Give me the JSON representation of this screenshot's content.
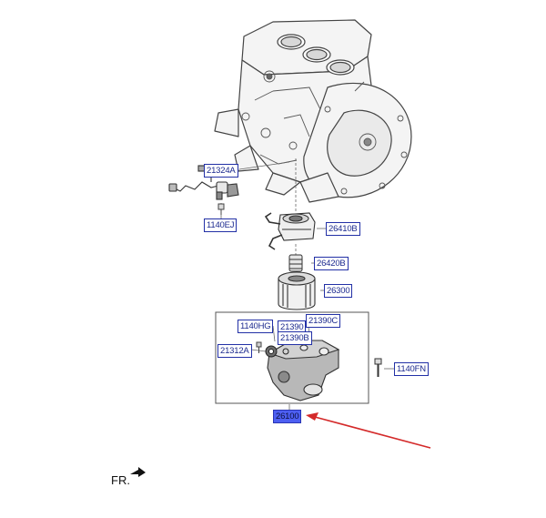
{
  "callouts": {
    "c21324A": "21324A",
    "c1140EJ": "1140EJ",
    "c26410B": "26410B",
    "c26420B": "26420B",
    "c26300": "26300",
    "c1140HG": "1140HG",
    "c21390": "21390",
    "c21390C": "21390C",
    "c21390B": "21390B",
    "c21312A": "21312A",
    "c1140FN": "1140FN",
    "c26100": "26100"
  },
  "orientation_label": "FR.",
  "colors": {
    "line": "#444444",
    "callout_text": "#1c2a8f",
    "callout_highlight": "#4d5ff2",
    "arrow": "#d42a2a"
  }
}
